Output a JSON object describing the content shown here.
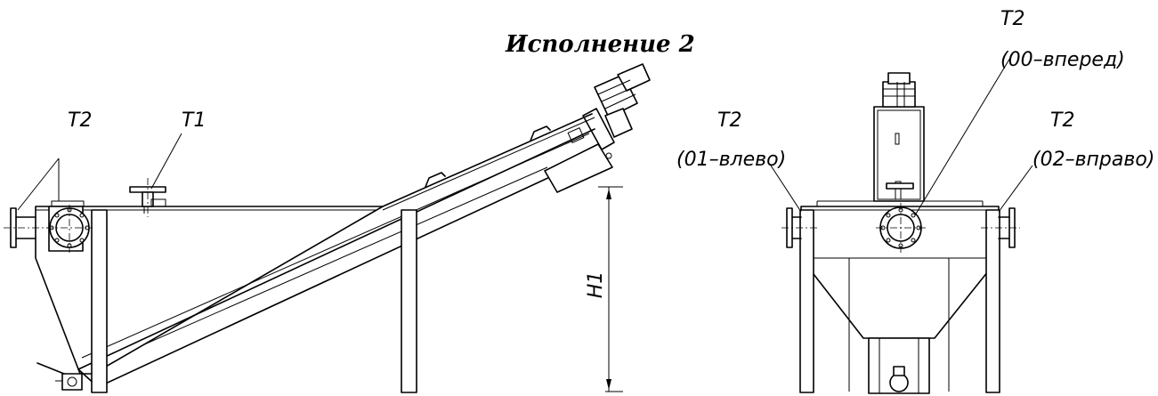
{
  "drawing": {
    "title": "Исполнение 2",
    "side_view": {
      "label_t2": "T2",
      "label_t1": "T1",
      "label_h1": "H1"
    },
    "front_view": {
      "label_t2_forward": "T2",
      "label_t2_forward_variant": "(00–вперед)",
      "label_t2_left": "T2",
      "label_t2_left_variant": "(01–влево)",
      "label_t2_right": "T2",
      "label_t2_right_variant": "(02–вправо)"
    }
  }
}
